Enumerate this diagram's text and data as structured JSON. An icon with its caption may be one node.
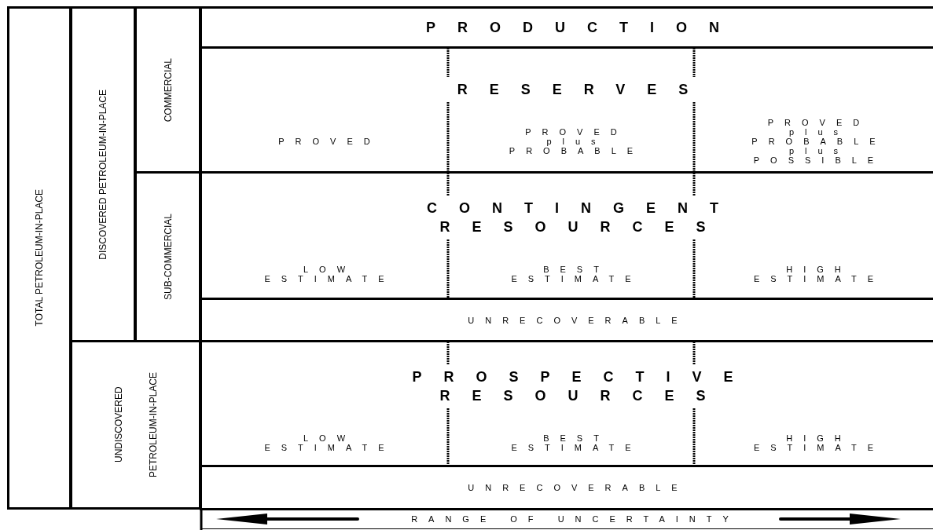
{
  "diagram": {
    "nodes": [
      {
        "text": [
          "TOTAL PETROLEUM-IN-PLACE"
        ]
      },
      {
        "text": [
          "DISCOVERED PETROLEUM-IN-PLACE"
        ]
      },
      {
        "text": [
          "COMMERCIAL"
        ]
      },
      {
        "text": [
          "SUB-COMMERCIAL"
        ]
      },
      {
        "text": [
          "UNDISCOVERED PETROLEUM-IN-PLACE"
        ]
      },
      {
        "text": [
          "PRODUCTION"
        ]
      },
      {
        "text": [
          "RESERVES",
          "PROVED",
          "PROVED plus PROBABLE",
          "PROVED plus PROBABLE plus POSSIBLE"
        ]
      },
      {
        "text": [
          "CONTINGENT RESOURCES",
          "LOW ESTIMATE",
          "BEST ESTIMATE",
          "HIGH ESTIMATE"
        ]
      },
      {
        "text": [
          "UNRECOVERABLE"
        ]
      },
      {
        "text": [
          "PROSPECTIVE RESOURCES",
          "LOW ESTIMATE",
          "BEST ESTIMATE",
          "HIGH ESTIMATE"
        ]
      },
      {
        "text": [
          "UNRECOVERABLE"
        ]
      }
    ],
    "labels": [
      "RANGE OF UNCERTAINTY"
    ]
  }
}
